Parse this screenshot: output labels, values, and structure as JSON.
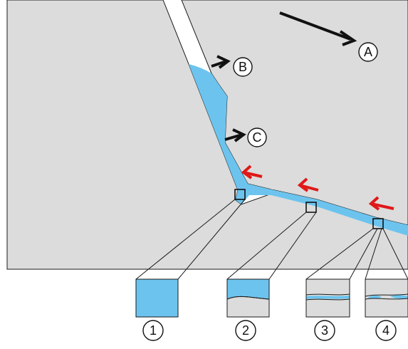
{
  "colors": {
    "material": "#dcdcdc",
    "fluid": "#6cc4ee",
    "outline": "#1a1a1a",
    "flow_arrow": "#e01818"
  },
  "callouts": [
    {
      "label": "A"
    },
    {
      "label": "B"
    },
    {
      "label": "C"
    }
  ],
  "zones": [
    {
      "label": "1"
    },
    {
      "label": "2"
    },
    {
      "label": "3"
    },
    {
      "label": "4"
    }
  ],
  "icons": {
    "callout_arrow": "black-arrow",
    "flow_arrow": "red-arrow",
    "zone_marker": "square-marker"
  }
}
